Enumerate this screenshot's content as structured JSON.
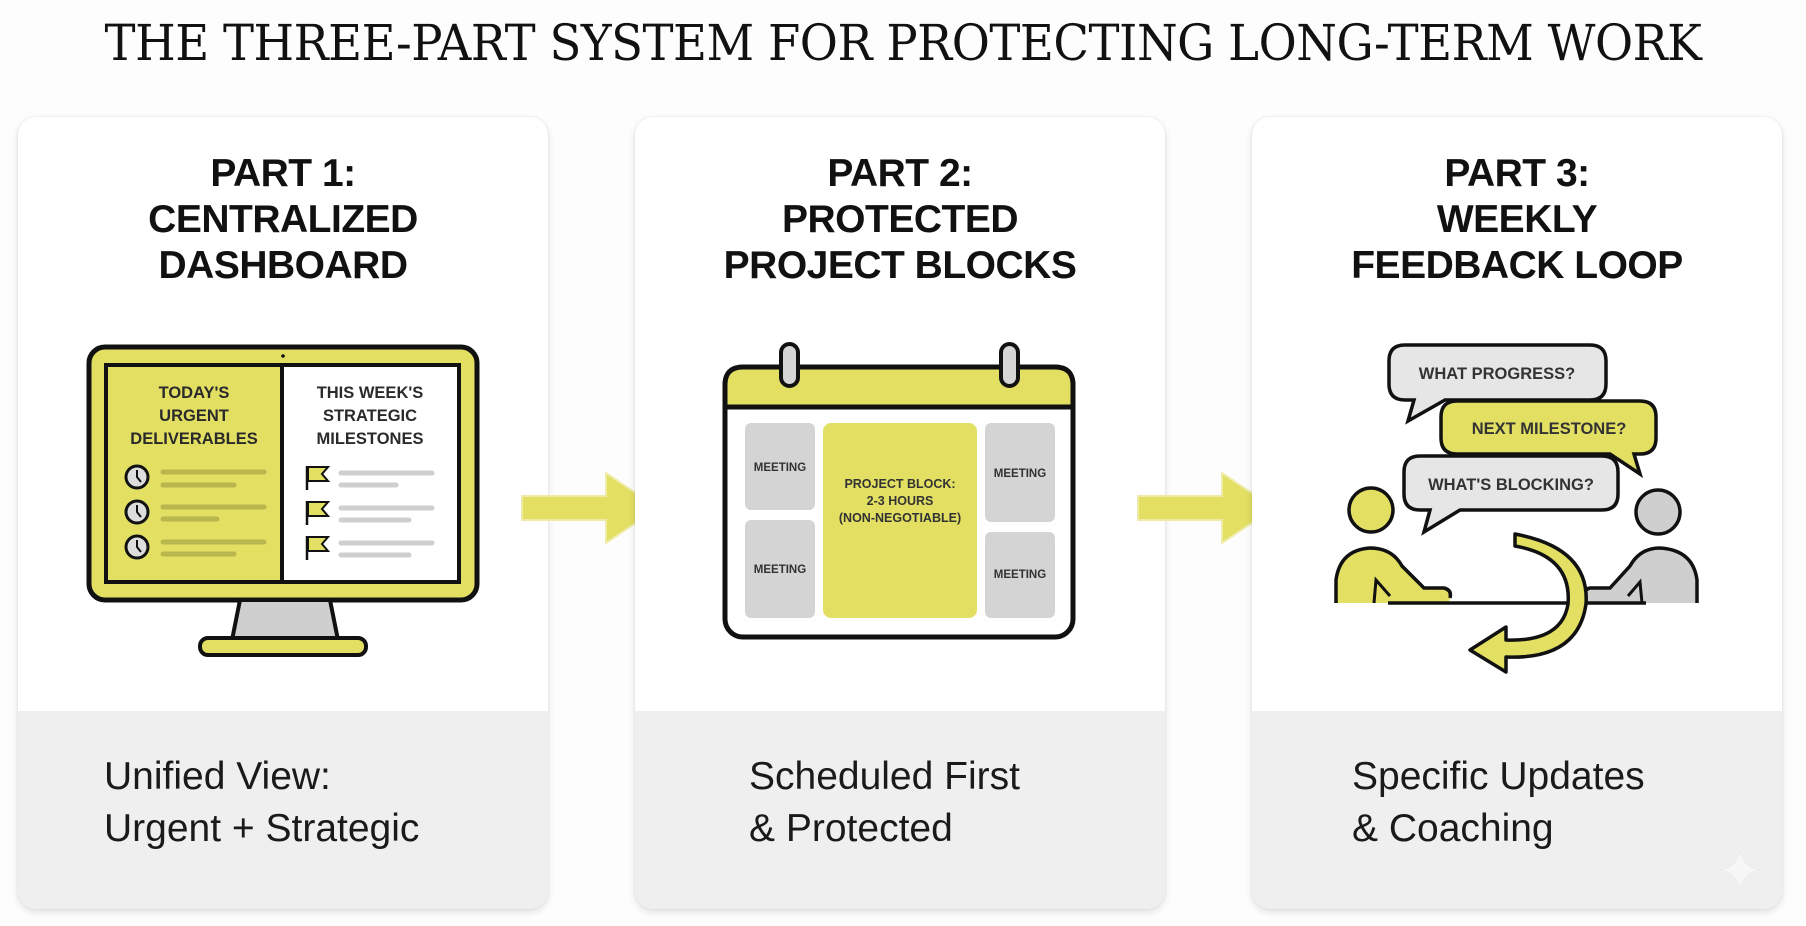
{
  "title": "THE THREE-PART SYSTEM FOR PROTECTING LONG-TERM WORK",
  "colors": {
    "accent_yellow": "#E2DF63",
    "meeting_gray": "#D4D4D4",
    "caption_band": "#EFEFEF",
    "outline": "#111111"
  },
  "parts": [
    {
      "heading": [
        "PART 1:",
        "CENTRALIZED",
        "DASHBOARD"
      ],
      "caption": [
        "Unified View:",
        "Urgent + Strategic"
      ],
      "illustration": {
        "type": "monitor-dashboard",
        "left_panel_title": [
          "TODAY'S",
          "URGENT",
          "DELIVERABLES"
        ],
        "right_panel_title": [
          "THIS WEEK'S",
          "STRATEGIC",
          "MILESTONES"
        ],
        "left_item_icon": "clock-icon",
        "right_item_icon": "flag-icon",
        "item_count": 3
      }
    },
    {
      "heading": [
        "PART 2:",
        "PROTECTED",
        "PROJECT BLOCKS"
      ],
      "caption": [
        "Scheduled First",
        "& Protected"
      ],
      "illustration": {
        "type": "calendar",
        "meetings": [
          "MEETING",
          "MEETING",
          "MEETING",
          "MEETING"
        ],
        "project_block": [
          "PROJECT BLOCK:",
          "2-3 HOURS",
          "(NON-NEGOTIABLE)"
        ]
      }
    },
    {
      "heading": [
        "PART 3:",
        "WEEKLY",
        "FEEDBACK LOOP"
      ],
      "caption": [
        "Specific Updates",
        "& Coaching"
      ],
      "illustration": {
        "type": "feedback-conversation",
        "bubbles": [
          "WHAT PROGRESS?",
          "NEXT MILESTONE?",
          "WHAT'S BLOCKING?"
        ]
      }
    }
  ],
  "flow_arrows": [
    "arrow-right-icon",
    "arrow-right-icon"
  ]
}
